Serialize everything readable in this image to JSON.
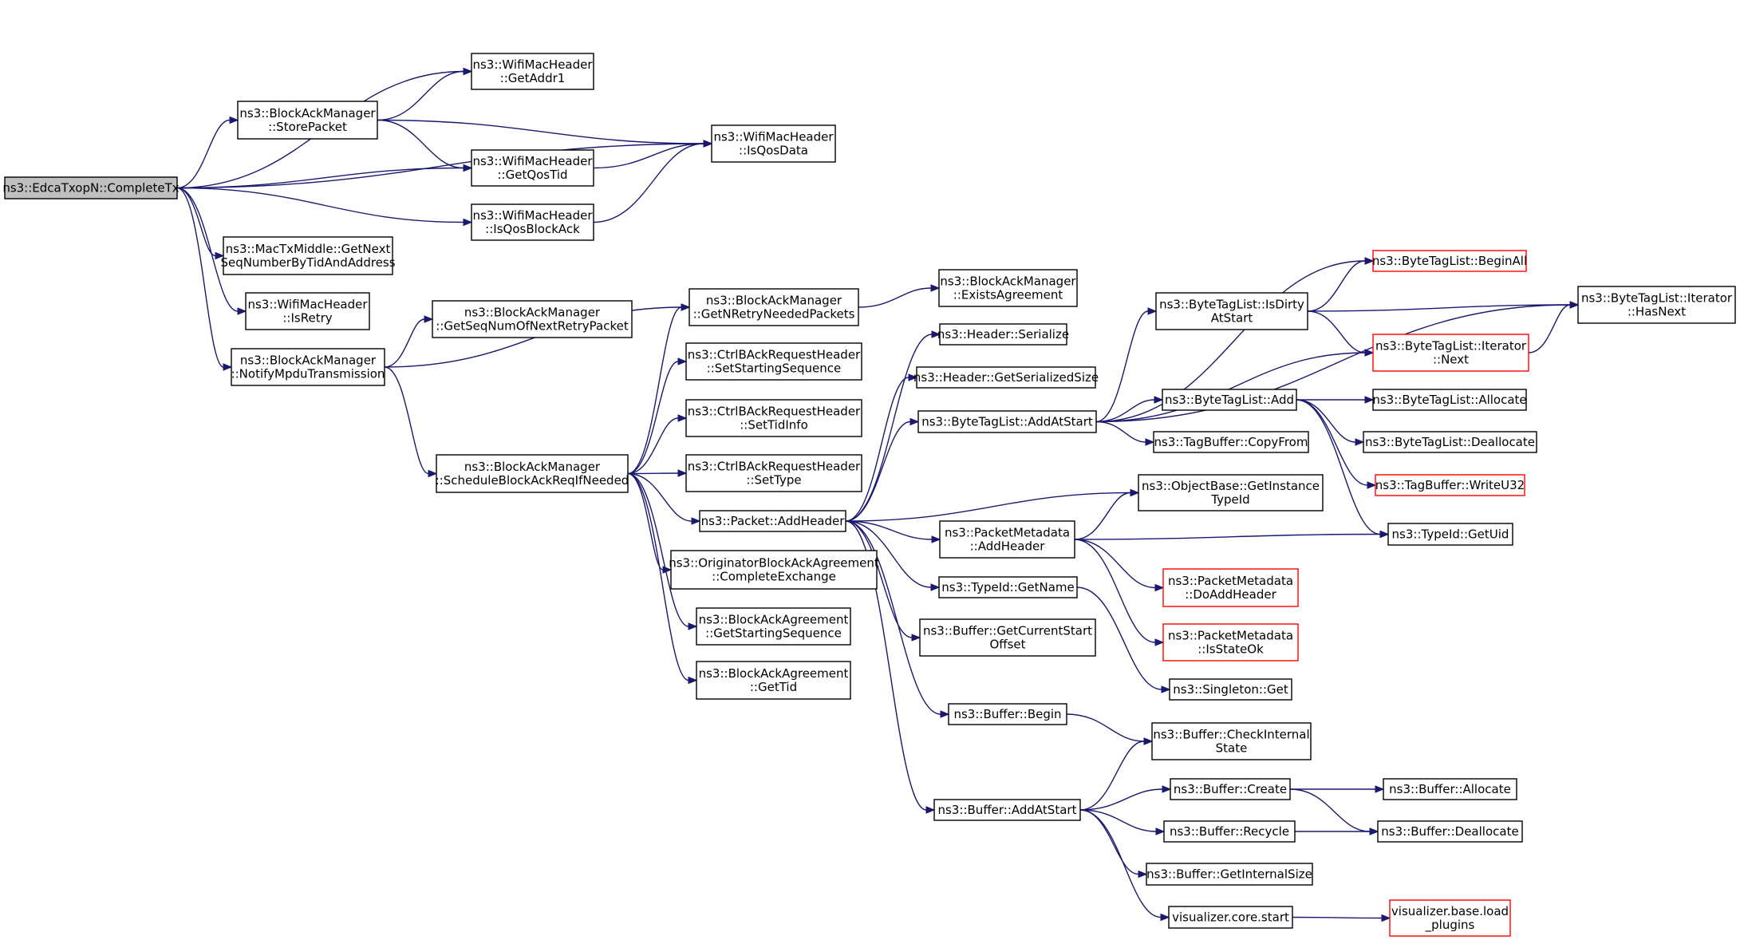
{
  "colors": {
    "edge": "#191970",
    "normal_border": "#000000",
    "truncated_border": "#ff0000",
    "root_fill": "#bfbfbf",
    "node_fill": "#ffffff"
  },
  "nodes": {
    "root": {
      "lines": [
        "ns3::EdcaTxopN::CompleteTx"
      ],
      "kind": "root"
    },
    "getAddr1": {
      "lines": [
        "ns3::WifiMacHeader",
        "::GetAddr1"
      ],
      "kind": "normal"
    },
    "storePacket": {
      "lines": [
        "ns3::BlockAckManager",
        "::StorePacket"
      ],
      "kind": "normal"
    },
    "isQosData": {
      "lines": [
        "ns3::WifiMacHeader",
        "::IsQosData"
      ],
      "kind": "normal"
    },
    "getQosTid": {
      "lines": [
        "ns3::WifiMacHeader",
        "::GetQosTid"
      ],
      "kind": "normal"
    },
    "isQosBlockAck": {
      "lines": [
        "ns3::WifiMacHeader",
        "::IsQosBlockAck"
      ],
      "kind": "normal"
    },
    "getNextSeq": {
      "lines": [
        "ns3::MacTxMiddle::GetNext",
        "SeqNumberByTidAndAddress"
      ],
      "kind": "normal"
    },
    "isRetry": {
      "lines": [
        "ns3::WifiMacHeader",
        "::IsRetry"
      ],
      "kind": "normal"
    },
    "notifyMpdu": {
      "lines": [
        "ns3::BlockAckManager",
        "::NotifyMpduTransmission"
      ],
      "kind": "normal"
    },
    "getSeqNumRetry": {
      "lines": [
        "ns3::BlockAckManager",
        "::GetSeqNumOfNextRetryPacket"
      ],
      "kind": "normal"
    },
    "getNRetry": {
      "lines": [
        "ns3::BlockAckManager",
        "::GetNRetryNeededPackets"
      ],
      "kind": "normal"
    },
    "existsAgreement": {
      "lines": [
        "ns3::BlockAckManager",
        "::ExistsAgreement"
      ],
      "kind": "normal"
    },
    "scheduleBar": {
      "lines": [
        "ns3::BlockAckManager",
        "::ScheduleBlockAckReqIfNeeded"
      ],
      "kind": "normal"
    },
    "setStartingSeq": {
      "lines": [
        "ns3::CtrlBAckRequestHeader",
        "::SetStartingSequence"
      ],
      "kind": "normal"
    },
    "setTidInfo": {
      "lines": [
        "ns3::CtrlBAckRequestHeader",
        "::SetTidInfo"
      ],
      "kind": "normal"
    },
    "setType": {
      "lines": [
        "ns3::CtrlBAckRequestHeader",
        "::SetType"
      ],
      "kind": "normal"
    },
    "completeExchange": {
      "lines": [
        "ns3::OriginatorBlockAckAgreement",
        "::CompleteExchange"
      ],
      "kind": "normal"
    },
    "getStartingSeq": {
      "lines": [
        "ns3::BlockAckAgreement",
        "::GetStartingSequence"
      ],
      "kind": "normal"
    },
    "getTid": {
      "lines": [
        "ns3::BlockAckAgreement",
        "::GetTid"
      ],
      "kind": "normal"
    },
    "addHeader": {
      "lines": [
        "ns3::Packet::AddHeader"
      ],
      "kind": "normal"
    },
    "serialize": {
      "lines": [
        "ns3::Header::Serialize"
      ],
      "kind": "normal"
    },
    "getSerializedSize": {
      "lines": [
        "ns3::Header::GetSerializedSize"
      ],
      "kind": "normal"
    },
    "btlAddAtStart": {
      "lines": [
        "ns3::ByteTagList::AddAtStart"
      ],
      "kind": "normal"
    },
    "getInstanceTypeId": {
      "lines": [
        "ns3::ObjectBase::GetInstance",
        "TypeId"
      ],
      "kind": "normal"
    },
    "pmAddHeader": {
      "lines": [
        "ns3::PacketMetadata",
        "::AddHeader"
      ],
      "kind": "normal"
    },
    "getName": {
      "lines": [
        "ns3::TypeId::GetName"
      ],
      "kind": "normal"
    },
    "getCurrentStart": {
      "lines": [
        "ns3::Buffer::GetCurrentStart",
        "Offset"
      ],
      "kind": "normal"
    },
    "bufBegin": {
      "lines": [
        "ns3::Buffer::Begin"
      ],
      "kind": "normal"
    },
    "bufAddAtStart": {
      "lines": [
        "ns3::Buffer::AddAtStart"
      ],
      "kind": "normal"
    },
    "beginAll": {
      "lines": [
        "ns3::ByteTagList::BeginAll"
      ],
      "kind": "truncated"
    },
    "isDirty": {
      "lines": [
        "ns3::ByteTagList::IsDirty",
        "AtStart"
      ],
      "kind": "normal"
    },
    "hasNext": {
      "lines": [
        "ns3::ByteTagList::Iterator",
        "::HasNext"
      ],
      "kind": "normal"
    },
    "iterNext": {
      "lines": [
        "ns3::ByteTagList::Iterator",
        "::Next"
      ],
      "kind": "truncated"
    },
    "btlAdd": {
      "lines": [
        "ns3::ByteTagList::Add"
      ],
      "kind": "normal"
    },
    "btlAllocate": {
      "lines": [
        "ns3::ByteTagList::Allocate"
      ],
      "kind": "normal"
    },
    "btlDeallocate": {
      "lines": [
        "ns3::ByteTagList::Deallocate"
      ],
      "kind": "normal"
    },
    "copyFrom": {
      "lines": [
        "ns3::TagBuffer::CopyFrom"
      ],
      "kind": "normal"
    },
    "writeU32": {
      "lines": [
        "ns3::TagBuffer::WriteU32"
      ],
      "kind": "truncated"
    },
    "getUid": {
      "lines": [
        "ns3::TypeId::GetUid"
      ],
      "kind": "normal"
    },
    "doAddHeader": {
      "lines": [
        "ns3::PacketMetadata",
        "::DoAddHeader"
      ],
      "kind": "truncated"
    },
    "isStateOk": {
      "lines": [
        "ns3::PacketMetadata",
        "::IsStateOk"
      ],
      "kind": "truncated"
    },
    "singletonGet": {
      "lines": [
        "ns3::Singleton::Get"
      ],
      "kind": "normal"
    },
    "checkInternal": {
      "lines": [
        "ns3::Buffer::CheckInternal",
        "State"
      ],
      "kind": "normal"
    },
    "bufCreate": {
      "lines": [
        "ns3::Buffer::Create"
      ],
      "kind": "normal"
    },
    "bufRecycle": {
      "lines": [
        "ns3::Buffer::Recycle"
      ],
      "kind": "normal"
    },
    "getInternalSize": {
      "lines": [
        "ns3::Buffer::GetInternalSize"
      ],
      "kind": "normal"
    },
    "vizStart": {
      "lines": [
        "visualizer.core.start"
      ],
      "kind": "normal"
    },
    "bufAllocate": {
      "lines": [
        "ns3::Buffer::Allocate"
      ],
      "kind": "normal"
    },
    "bufDeallocate": {
      "lines": [
        "ns3::Buffer::Deallocate"
      ],
      "kind": "normal"
    },
    "loadPlugins": {
      "lines": [
        "visualizer.base.load",
        "_plugins"
      ],
      "kind": "truncated"
    }
  },
  "edges": [
    [
      "root",
      "isQosData"
    ],
    [
      "root",
      "getAddr1"
    ],
    [
      "root",
      "storePacket"
    ],
    [
      "root",
      "getQosTid"
    ],
    [
      "root",
      "isQosBlockAck"
    ],
    [
      "root",
      "getNextSeq"
    ],
    [
      "root",
      "isRetry"
    ],
    [
      "root",
      "notifyMpdu"
    ],
    [
      "storePacket",
      "getAddr1"
    ],
    [
      "storePacket",
      "isQosData"
    ],
    [
      "storePacket",
      "getQosTid"
    ],
    [
      "getQosTid",
      "isQosData"
    ],
    [
      "isQosBlockAck",
      "isQosData"
    ],
    [
      "notifyMpdu",
      "getSeqNumRetry"
    ],
    [
      "notifyMpdu",
      "getNRetry"
    ],
    [
      "notifyMpdu",
      "scheduleBar"
    ],
    [
      "getNRetry",
      "existsAgreement"
    ],
    [
      "scheduleBar",
      "getNRetry"
    ],
    [
      "scheduleBar",
      "setStartingSeq"
    ],
    [
      "scheduleBar",
      "setTidInfo"
    ],
    [
      "scheduleBar",
      "setType"
    ],
    [
      "scheduleBar",
      "addHeader"
    ],
    [
      "scheduleBar",
      "completeExchange"
    ],
    [
      "scheduleBar",
      "getStartingSeq"
    ],
    [
      "scheduleBar",
      "getTid"
    ],
    [
      "addHeader",
      "serialize"
    ],
    [
      "addHeader",
      "getSerializedSize"
    ],
    [
      "addHeader",
      "btlAddAtStart"
    ],
    [
      "addHeader",
      "getInstanceTypeId"
    ],
    [
      "addHeader",
      "pmAddHeader"
    ],
    [
      "addHeader",
      "getName"
    ],
    [
      "addHeader",
      "getCurrentStart"
    ],
    [
      "addHeader",
      "bufBegin"
    ],
    [
      "addHeader",
      "bufAddAtStart"
    ],
    [
      "btlAddAtStart",
      "hasNext"
    ],
    [
      "btlAddAtStart",
      "beginAll"
    ],
    [
      "btlAddAtStart",
      "isDirty"
    ],
    [
      "btlAddAtStart",
      "iterNext"
    ],
    [
      "btlAddAtStart",
      "btlAdd"
    ],
    [
      "btlAddAtStart",
      "copyFrom"
    ],
    [
      "isDirty",
      "beginAll"
    ],
    [
      "isDirty",
      "hasNext"
    ],
    [
      "isDirty",
      "iterNext"
    ],
    [
      "iterNext",
      "hasNext"
    ],
    [
      "btlAdd",
      "btlAllocate"
    ],
    [
      "btlAdd",
      "btlDeallocate"
    ],
    [
      "btlAdd",
      "writeU32"
    ],
    [
      "btlAdd",
      "getUid"
    ],
    [
      "pmAddHeader",
      "getInstanceTypeId"
    ],
    [
      "pmAddHeader",
      "getUid"
    ],
    [
      "pmAddHeader",
      "doAddHeader"
    ],
    [
      "pmAddHeader",
      "isStateOk"
    ],
    [
      "getName",
      "singletonGet"
    ],
    [
      "bufBegin",
      "checkInternal"
    ],
    [
      "bufAddAtStart",
      "checkInternal"
    ],
    [
      "bufAddAtStart",
      "bufCreate"
    ],
    [
      "bufAddAtStart",
      "bufRecycle"
    ],
    [
      "bufAddAtStart",
      "getInternalSize"
    ],
    [
      "bufAddAtStart",
      "vizStart"
    ],
    [
      "bufCreate",
      "bufAllocate"
    ],
    [
      "bufCreate",
      "bufDeallocate"
    ],
    [
      "bufRecycle",
      "bufDeallocate"
    ],
    [
      "vizStart",
      "loadPlugins"
    ]
  ]
}
